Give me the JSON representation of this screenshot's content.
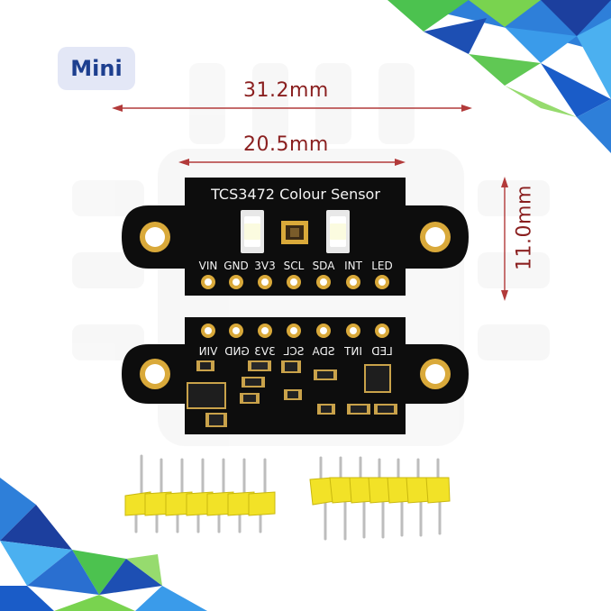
{
  "badge": {
    "label": "Mini"
  },
  "dimensions": {
    "overall_width": "31.2mm",
    "body_width": "20.5mm",
    "height": "11.0mm"
  },
  "board_front": {
    "title": "TCS3472 Colour Sensor",
    "pins": [
      "VIN",
      "GND",
      "3V3",
      "SCL",
      "SDA",
      "INT",
      "LED"
    ]
  },
  "board_back": {
    "pins": [
      "VIN",
      "GND",
      "3V3",
      "SCL",
      "SDA",
      "INT",
      "LED"
    ]
  },
  "colors": {
    "pcb": "#0d0d0d",
    "gold": "#d9a93a",
    "dimension_line": "#b23a3a",
    "header_plastic": "#f2e227",
    "pin_metal": "#c9c9c9",
    "accent_green": "#38b54a",
    "accent_blue": "#2a7fd6"
  }
}
